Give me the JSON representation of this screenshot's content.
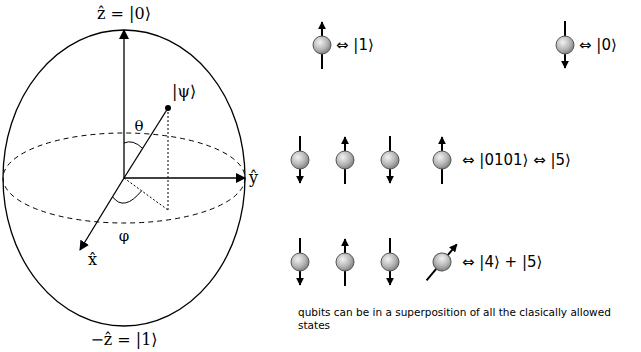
{
  "diagram": {
    "caption": "qubits can be in a superposition of all the clasically allowed states",
    "labels": [
      "ẑ = |0⟩",
      "⇔ |1⟩",
      "⇔ |0⟩",
      "|ψ⟩",
      "θ",
      "ŷ",
      "⇔ |0101⟩ ⇔ |5⟩",
      "φ",
      "x̂",
      "⇔ |4⟩ + |5⟩",
      "−ẑ = |1⟩"
    ]
  }
}
